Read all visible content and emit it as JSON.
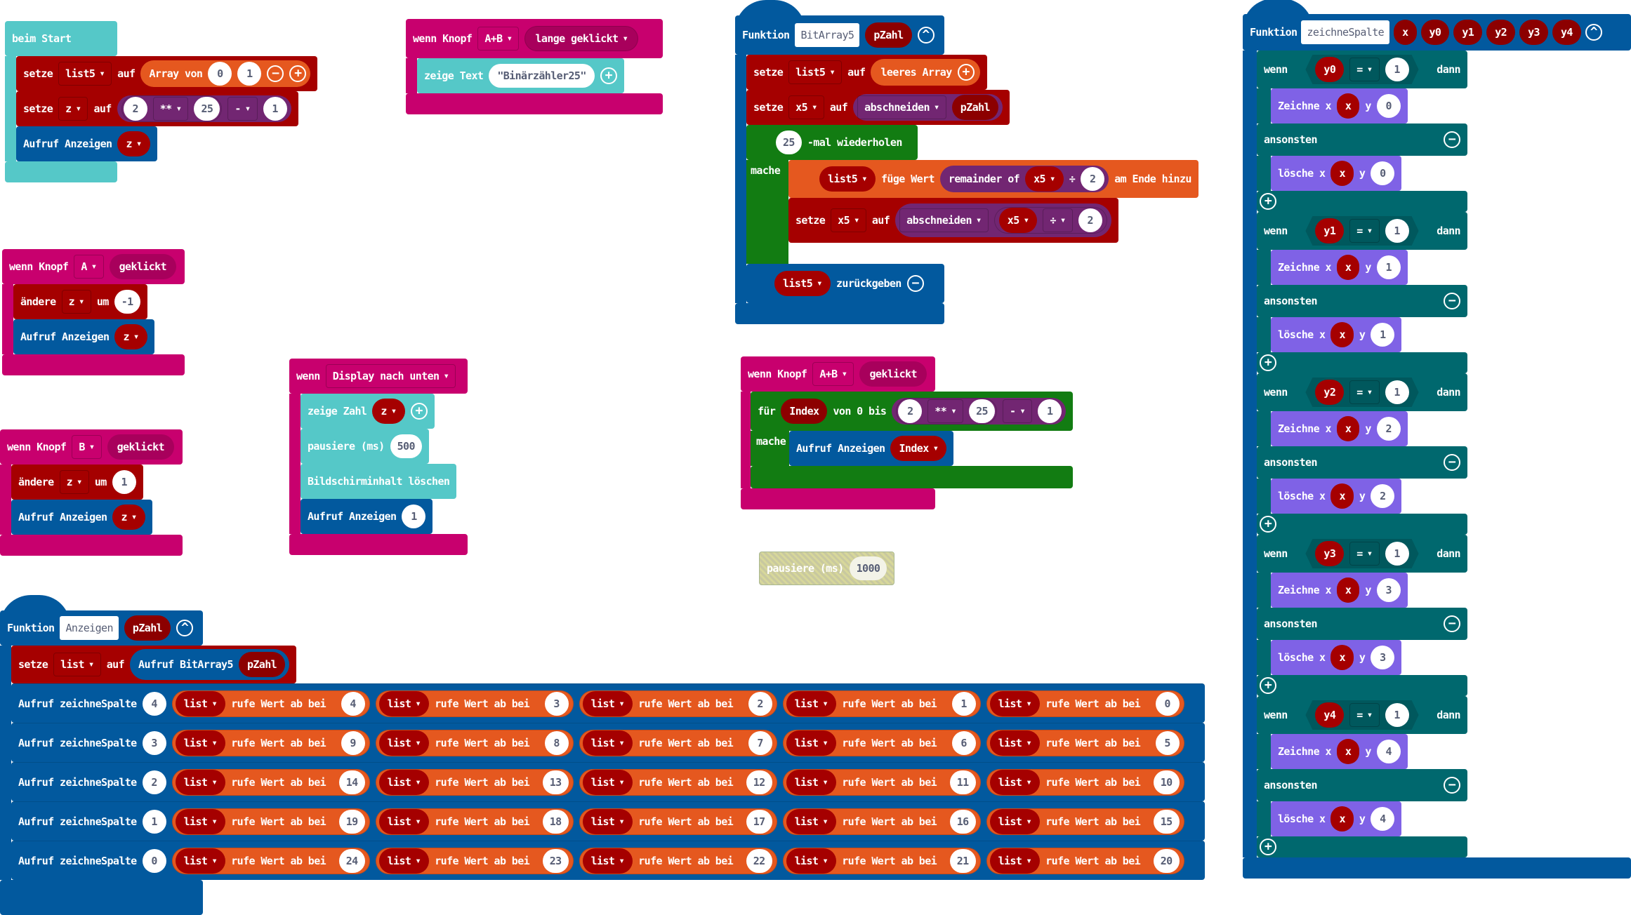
{
  "start": {
    "hat": "beim Start",
    "set1": {
      "kw": "setze",
      "var": "list5",
      "to": "auf",
      "fn": "Array von",
      "items": [
        "0",
        "1"
      ]
    },
    "set2": {
      "kw": "setze",
      "var": "z",
      "to": "auf",
      "a": "2",
      "op1": "**",
      "b": "25",
      "op2": "-",
      "c": "1"
    },
    "call": {
      "label": "Aufruf Anzeigen",
      "arg": "z"
    }
  },
  "ab_long": {
    "hat": "wenn Knopf",
    "button": "A+B",
    "event": "lange geklickt",
    "show": "zeige Text",
    "text": "\"Binärzähler25\""
  },
  "bitarray": {
    "kw": "Funktion",
    "name": "BitArray5",
    "param": "pZahl",
    "set1": {
      "kw": "setze",
      "var": "list5",
      "to": "auf",
      "fn": "leeres Array"
    },
    "set2": {
      "kw": "setze",
      "var": "x5",
      "to": "auf",
      "fn": "abschneiden",
      "arg": "pZahl"
    },
    "repeat": {
      "count": "25",
      "label": "-mal wiederholen",
      "do": "mache"
    },
    "append": {
      "var": "list5",
      "label1": "füge Wert",
      "fn": "remainder of",
      "a": "x5",
      "op": "÷",
      "b": "2",
      "label2": "am Ende hinzu"
    },
    "set3": {
      "kw": "setze",
      "var": "x5",
      "to": "auf",
      "fn": "abschneiden",
      "a": "x5",
      "op": "÷",
      "b": "2"
    },
    "ret": {
      "var": "list5",
      "label": "zurückgeben"
    }
  },
  "btnA": {
    "hat": "wenn Knopf",
    "button": "A",
    "event": "geklickt",
    "change": "ändere",
    "var": "z",
    "by": "um",
    "val": "-1",
    "call": "Aufruf Anzeigen",
    "arg": "z"
  },
  "btnB": {
    "hat": "wenn Knopf",
    "button": "B",
    "event": "geklickt",
    "change": "ändere",
    "var": "z",
    "by": "um",
    "val": "1",
    "call": "Aufruf Anzeigen",
    "arg": "z"
  },
  "display": {
    "hat": "wenn",
    "event": "Display nach unten",
    "show": "zeige Zahl",
    "var": "z",
    "pause": "pausiere (ms)",
    "ms": "500",
    "clear": "Bildschirminhalt löschen",
    "call": "Aufruf Anzeigen",
    "arg": "1"
  },
  "ab_click": {
    "hat": "wenn Knopf",
    "button": "A+B",
    "event": "geklickt",
    "for": "für",
    "var": "Index",
    "from": "von 0 bis",
    "a": "2",
    "op1": "**",
    "b": "25",
    "op2": "-",
    "c": "1",
    "do": "mache",
    "call": "Aufruf Anzeigen",
    "arg": "Index"
  },
  "pause_disabled": {
    "label": "pausiere (ms)",
    "ms": "1000"
  },
  "anzeigen": {
    "kw": "Funktion",
    "name": "Anzeigen",
    "param": "pZahl",
    "set": {
      "kw": "setze",
      "var": "list",
      "to": "auf",
      "call": "Aufruf BitArray5",
      "arg": "pZahl"
    },
    "row_label": "Aufruf zeichneSpalte",
    "cell_var": "list",
    "cell_label": "rufe Wert ab bei",
    "rows": [
      {
        "col": "4",
        "idx": [
          "4",
          "3",
          "2",
          "1",
          "0"
        ]
      },
      {
        "col": "3",
        "idx": [
          "9",
          "8",
          "7",
          "6",
          "5"
        ]
      },
      {
        "col": "2",
        "idx": [
          "14",
          "13",
          "12",
          "11",
          "10"
        ]
      },
      {
        "col": "1",
        "idx": [
          "19",
          "18",
          "17",
          "16",
          "15"
        ]
      },
      {
        "col": "0",
        "idx": [
          "24",
          "23",
          "22",
          "21",
          "20"
        ]
      }
    ]
  },
  "zeichne": {
    "kw": "Funktion",
    "name": "zeichneSpalte",
    "params": [
      "x",
      "y0",
      "y1",
      "y2",
      "y3",
      "y4"
    ],
    "if": "wenn",
    "eq": "=",
    "cmp": "1",
    "then": "dann",
    "else": "ansonsten",
    "plot": "Zeichne x",
    "unplot": "lösche x",
    "ylabel": "y",
    "xvar": "x",
    "branches": [
      {
        "var": "y0",
        "y": "0"
      },
      {
        "var": "y1",
        "y": "1"
      },
      {
        "var": "y2",
        "y": "2"
      },
      {
        "var": "y3",
        "y": "3"
      },
      {
        "var": "y4",
        "y": "4"
      }
    ]
  },
  "colors": {
    "event": "#c8006e",
    "variables": "#a50000",
    "functions": "#02599e",
    "basic": "#55c8c8",
    "arrays": "#e5581f",
    "math": "#722672",
    "loops": "#127c12",
    "logic": "#00686e",
    "led": "#7f62e6"
  }
}
